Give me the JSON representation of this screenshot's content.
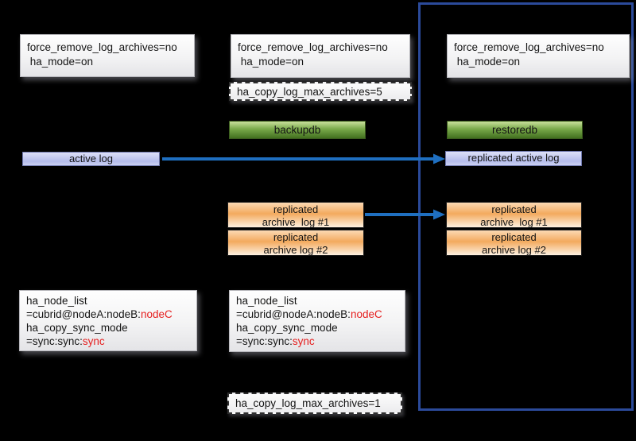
{
  "colors": {
    "arrow": "#1f6fc0",
    "boundary_border": "#2b4a9a",
    "highlight_red": "#e61e1e"
  },
  "config_box": {
    "text": "force_remove_log_archives=no\n ha_mode=on"
  },
  "left": {
    "active_log": "active log"
  },
  "middle": {
    "archives_max_5": "ha_copy_log_max_archives=5",
    "backupdb": "backupdb",
    "archive1": "replicated\narchive  log #1",
    "archive2": "replicated\narchive log #2",
    "archives_max_1": "ha_copy_log_max_archives=1"
  },
  "right": {
    "restoredb": "restoredb",
    "replicated_active_log": "replicated active log",
    "archive1": "replicated\narchive  log #1",
    "archive2": "replicated\narchive log #2"
  },
  "node_config": {
    "lines": [
      [
        {
          "t": "ha_node_list"
        }
      ],
      [
        {
          "t": "=cubrid@nodeA:nodeB:"
        },
        {
          "t": "nodeC",
          "c": "#e61e1e"
        }
      ],
      [
        {
          "t": "ha_copy_sync_mode"
        }
      ],
      [
        {
          "t": "=sync:sync:"
        },
        {
          "t": "sync",
          "c": "#e61e1e"
        }
      ]
    ]
  }
}
